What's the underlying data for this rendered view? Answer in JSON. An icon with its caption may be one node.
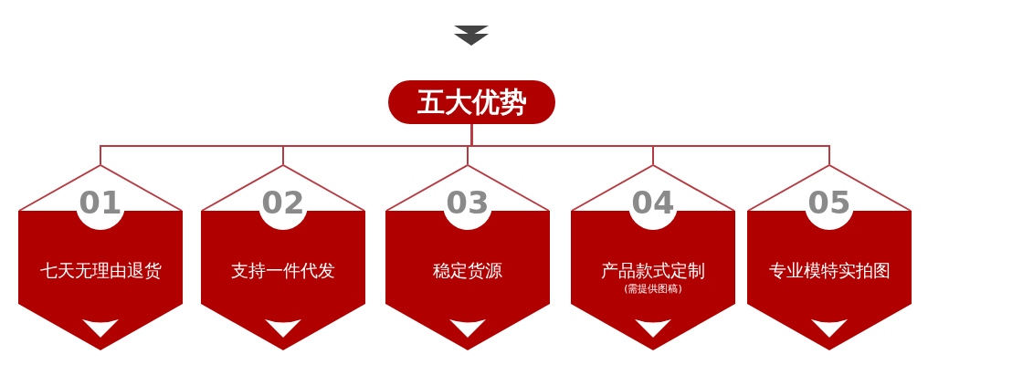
{
  "diagram": {
    "nodes": [
      {
        "text": [
          "五大优势"
        ]
      },
      {
        "text": [
          "01",
          "七天无理由退货"
        ]
      },
      {
        "text": [
          "02",
          "支持一件代发"
        ]
      },
      {
        "text": [
          "03",
          "稳定货源"
        ]
      },
      {
        "text": [
          "04",
          "产品款式定制",
          "(需提供图稿)"
        ]
      },
      {
        "text": [
          "05",
          "专业模特实拍图"
        ]
      }
    ],
    "edges": [
      {
        "from": 0,
        "to": 1,
        "arrow": "none"
      },
      {
        "from": 0,
        "to": 2,
        "arrow": "none"
      },
      {
        "from": 0,
        "to": 3,
        "arrow": "none"
      },
      {
        "from": 0,
        "to": 4,
        "arrow": "none"
      },
      {
        "from": 0,
        "to": 5,
        "arrow": "none"
      }
    ]
  }
}
